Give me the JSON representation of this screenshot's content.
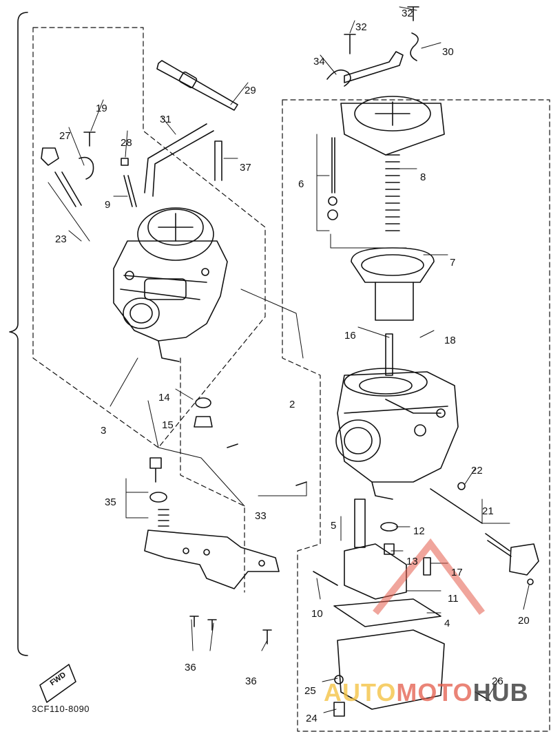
{
  "diagram": {
    "part_code": "3CF110-8090",
    "fwd_label": "FWD",
    "callouts": [
      "32",
      "32",
      "30",
      "34",
      "29",
      "19",
      "28",
      "27",
      "31",
      "37",
      "6",
      "8",
      "9",
      "23",
      "7",
      "16",
      "18",
      "14",
      "2",
      "15",
      "3",
      "22",
      "21",
      "35",
      "33",
      "5",
      "12",
      "13",
      "17",
      "11",
      "10",
      "4",
      "20",
      "36",
      "36",
      "25",
      "26",
      "24"
    ],
    "watermark": {
      "part1": "AUTO",
      "part2": "MOTO",
      "part3": "HUB"
    },
    "colors": {
      "line": "#111111",
      "watermark_red": "#e35b4a",
      "watermark_yellow": "#f3c03a"
    }
  }
}
